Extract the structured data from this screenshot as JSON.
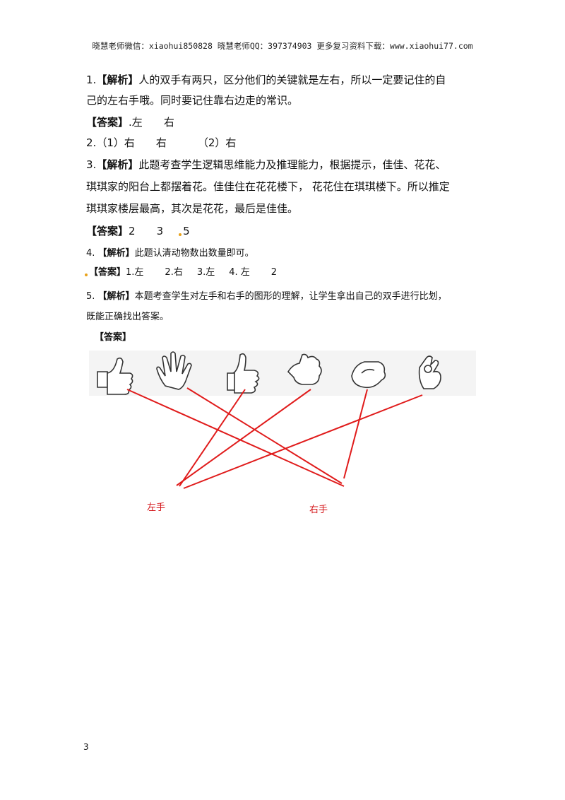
{
  "header": "晓慧老师微信：xiaohui850828 晓慧老师QQ：397374903 更多复习资料下载：www.xiaohui77.com",
  "q1": {
    "line1_num": "1.",
    "line1_tag": "【解析】",
    "line1_text": "人的双手有两只，区分他们的关键就是左右，所以一定要记住的自",
    "line2": "己的左右手哦。同时要记住靠右边走的常识。",
    "answer_tag": "【答案】",
    "answer_sep": ".",
    "answer_a": "左",
    "answer_b": "右"
  },
  "q2": {
    "num": "2.",
    "part1": "（1）右",
    "part1_b": "右",
    "part2": "（2）右"
  },
  "q3": {
    "line1_num": "3.",
    "line1_tag": "【解析】",
    "line1_text": "此题考查学生逻辑思维能力及推理能力，根据提示，佳佳、花花、",
    "line2": "琪琪家的阳台上都摆着花。佳佳住在花花楼下， 花花住在琪琪楼下。所以推定",
    "line3": "琪琪家楼层最高，其次是花花，最后是佳佳。",
    "answer_tag": "【答案】",
    "answer_a": "2",
    "answer_b": "3",
    "answer_c": "5"
  },
  "q4": {
    "num": "4.",
    "tag": "【解析】",
    "text": "此题认清动物数出数量即可。",
    "answer_tag": "【答案】",
    "a1": "1.左",
    "a2": "2.右",
    "a3": "3.左",
    "a4": "4. 左",
    "a5": "2"
  },
  "q5": {
    "num": "5.",
    "tag": "【解析】",
    "text": "本题考查学生对左手和右手的图形的理解，让学生拿出自己的双手进行比划，",
    "line2": "既能正确找出答案。",
    "answer_tag": "【答案】",
    "left_label": "左手",
    "right_label": "右手",
    "line_color": "#e01b1b"
  },
  "page_number": "3"
}
